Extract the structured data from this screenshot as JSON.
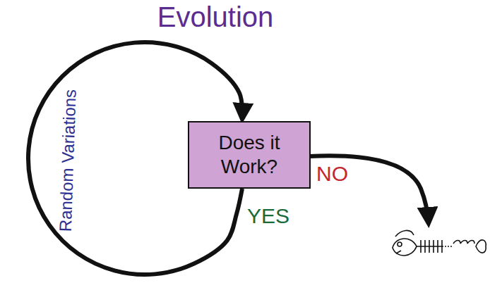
{
  "diagram": {
    "title": "Evolution",
    "nodes": [
      {
        "text": [
          "Does it Work?"
        ]
      }
    ],
    "edges": [
      {
        "from": 0,
        "to": 0,
        "arrow": "to",
        "label": "Random Variations"
      }
    ],
    "labels": [
      "YES",
      "NO"
    ]
  }
}
